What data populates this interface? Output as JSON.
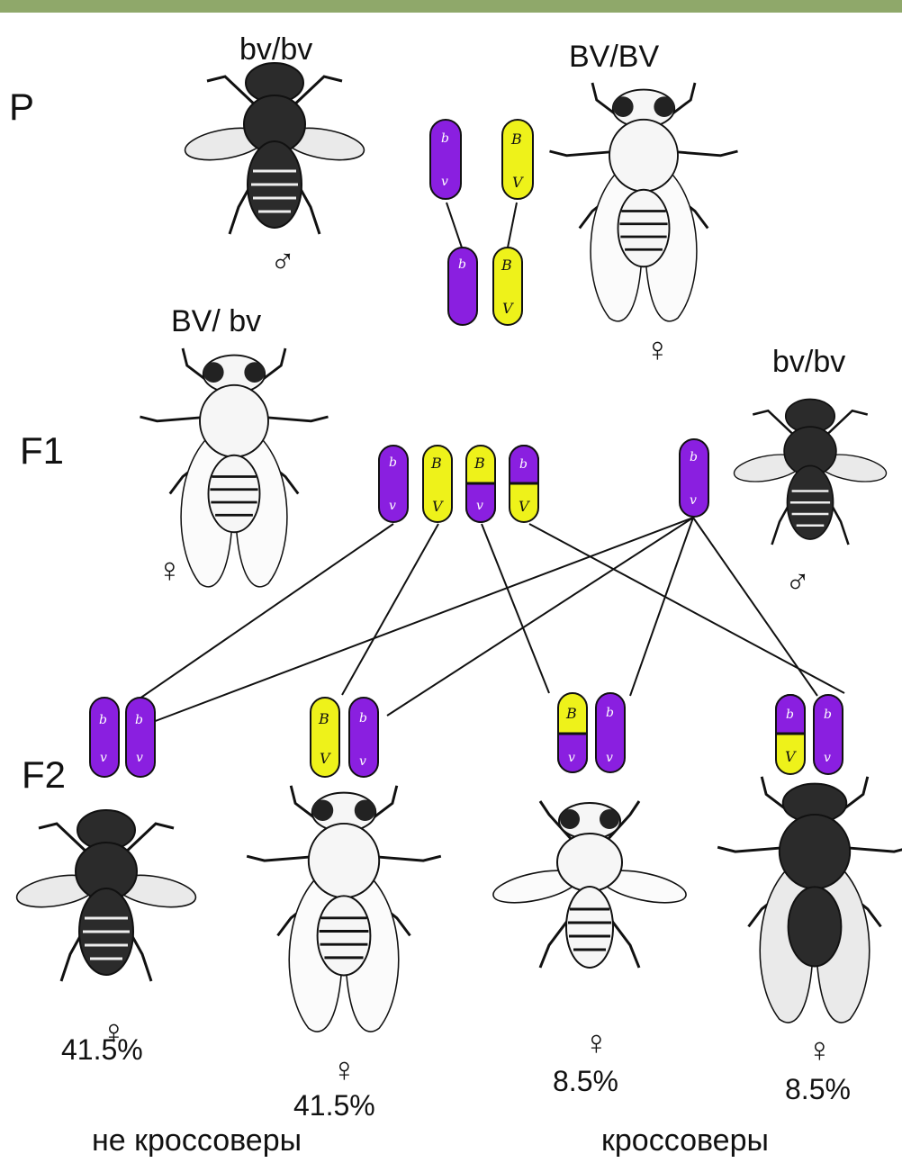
{
  "generations": {
    "p": "P",
    "f1": "F1",
    "f2": "F2"
  },
  "parents": {
    "male": {
      "genotype": "bv/bv",
      "sex_symbol": "♂"
    },
    "female": {
      "genotype": "BV/BV",
      "sex_symbol": "♀"
    }
  },
  "f1": {
    "female": {
      "genotype": "BV/ bv",
      "sex_symbol": "♀"
    },
    "male": {
      "genotype": "bv/bv",
      "sex_symbol": "♂"
    }
  },
  "offspring": [
    {
      "sex_symbol": "♀",
      "percent": "41.5%"
    },
    {
      "sex_symbol": "♀",
      "percent": "41.5%"
    },
    {
      "sex_symbol": "♀",
      "percent": "8.5%"
    },
    {
      "sex_symbol": "♀",
      "percent": "8.5%"
    }
  ],
  "captions": {
    "non_crossover": "не кроссоверы",
    "crossover": "кроссоверы"
  },
  "chromosome_letters": {
    "b": "b",
    "v": "v",
    "B": "B",
    "V": "V"
  },
  "colors": {
    "recessive_chromosome": "#8a1fe0",
    "dominant_chromosome": "#eef21a",
    "top_bar": "#8fa86a"
  }
}
